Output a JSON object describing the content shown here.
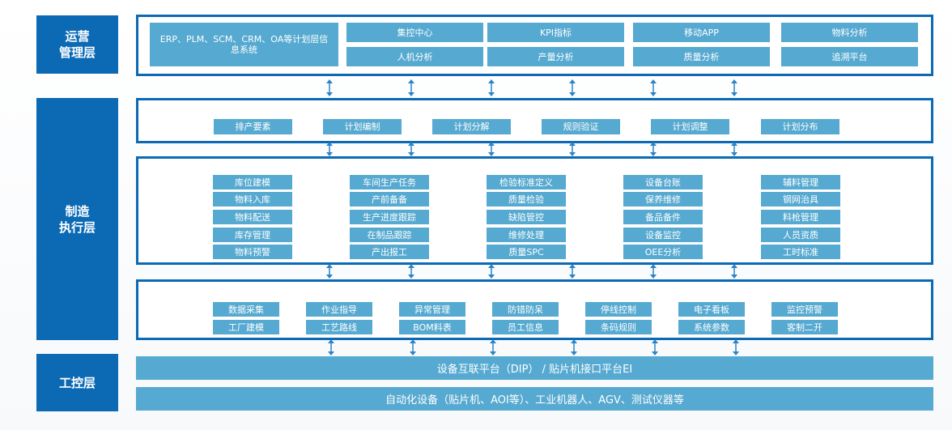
{
  "layers": {
    "mgmt": "运营\n管理层",
    "exec": "制造\n执行层",
    "ctrl": "工控层"
  },
  "mgmt": {
    "systems": "ERP、PLM、SCM、CRM、OA等计划层信息系统",
    "row1": [
      "集控中心",
      "KPI指标",
      "移动APP",
      "物料分析"
    ],
    "row2": [
      "人机分析",
      "产量分析",
      "质量分析",
      "追溯平台"
    ]
  },
  "plan": [
    "排产要素",
    "计划编制",
    "计划分解",
    "规则验证",
    "计划调整",
    "计划分布"
  ],
  "exec_cols": [
    [
      "库位建模",
      "物料入库",
      "物料配送",
      "库存管理",
      "物料预警"
    ],
    [
      "车间生产任务",
      "产前备备",
      "生产进度跟踪",
      "在制品跟踪",
      "产出报工"
    ],
    [
      "检验标准定义",
      "质量检验",
      "缺陷管控",
      "维修处理",
      "质量SPC"
    ],
    [
      "设备台账",
      "保养维修",
      "备品备件",
      "设备监控",
      "OEE分析"
    ],
    [
      "辅料管理",
      "钢网治具",
      "料枪管理",
      "人员资质",
      "工时标准"
    ]
  ],
  "base": {
    "row1": [
      "数据采集",
      "作业指导",
      "异常管理",
      "防错防呆",
      "停线控制",
      "电子看板",
      "监控预警"
    ],
    "row2": [
      "工厂建模",
      "工艺路线",
      "BOM料表",
      "员工信息",
      "条码规则",
      "系统参数",
      "客制二开"
    ]
  },
  "ctrl": {
    "bar1": "设备互联平台（DIP）  /  贴片机接口平台EI",
    "bar2": "自动化设备（贴片机、AOI等）、工业机器人、AGV、测试仪器等"
  },
  "colors": {
    "brand": "#0c6ab5",
    "box": "#56a9d0"
  }
}
